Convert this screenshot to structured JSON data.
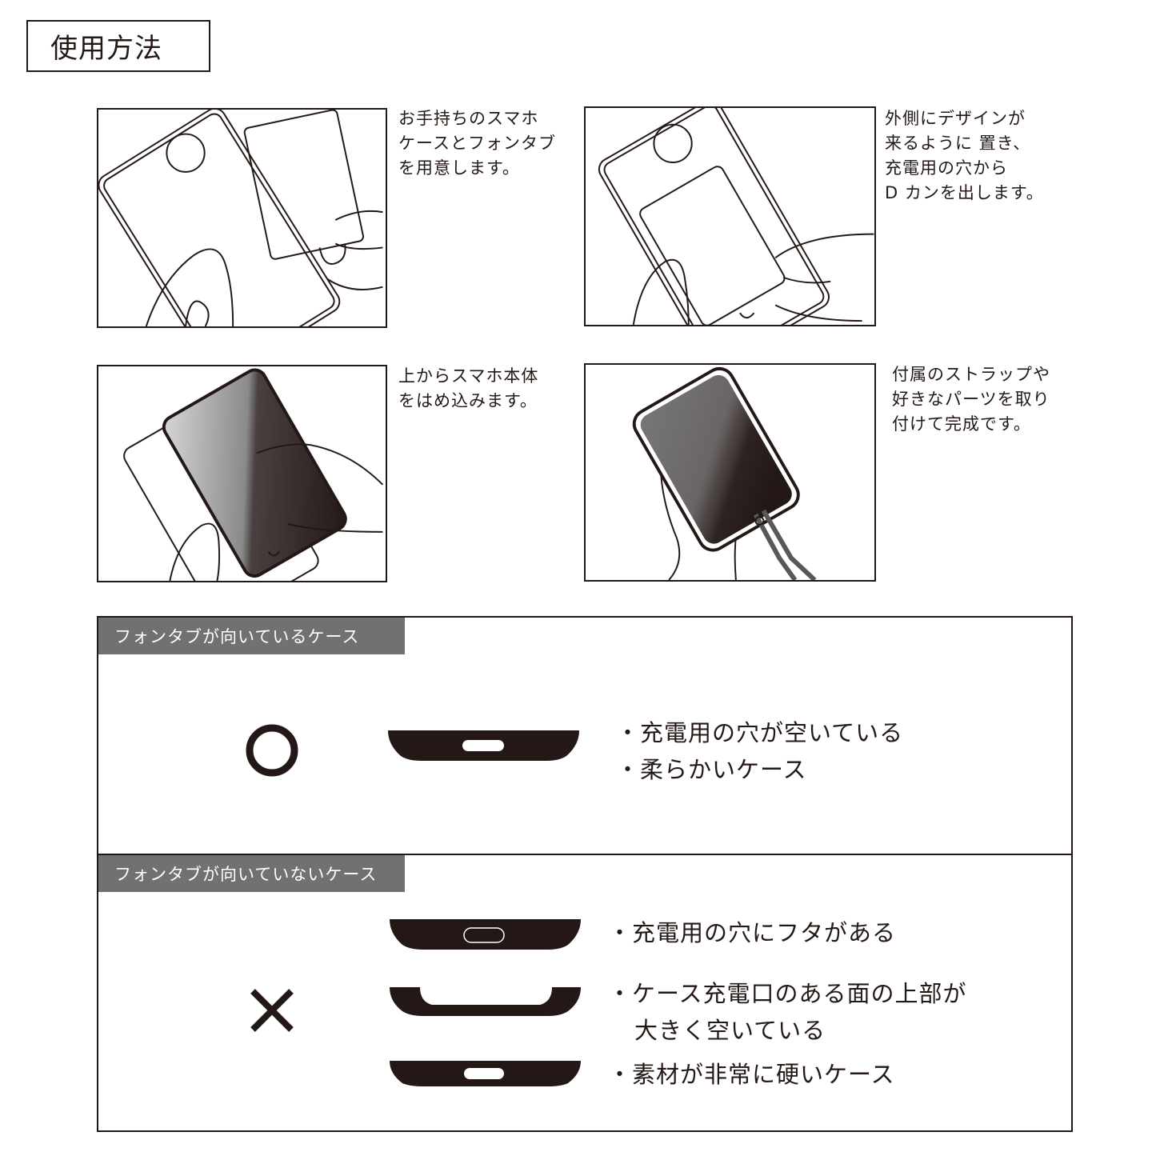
{
  "header": {
    "title": "使用方法"
  },
  "steps": [
    {
      "id": 1,
      "text": "お手持ちのスマホ\nケースとフォンタブ\nを用意します。",
      "illustration": "case-and-phonetab-in-hands"
    },
    {
      "id": 2,
      "text": "外側にデザインが\n来るように 置き、\n充電用の穴から\nD カンを出します。",
      "illustration": "phonetab-placed-in-case"
    },
    {
      "id": 3,
      "text": "上からスマホ本体\nをはめ込みます。",
      "illustration": "phone-inserted-into-case"
    },
    {
      "id": 4,
      "text": "付属のストラップや\n好きなパーツを取り\n付けて完成です。",
      "illustration": "phone-with-strap-in-hand"
    }
  ],
  "compatibility": {
    "suitable": {
      "label": "フォンタブが向いているケース",
      "symbol": "circle-icon",
      "items": [
        {
          "text": "・充電用の穴が空いている",
          "port_shape": "open-hole"
        },
        {
          "text": "・柔らかいケース",
          "port_shape": null
        }
      ]
    },
    "unsuitable": {
      "label": "フォンタブが向いていないケース",
      "symbol": "cross-icon",
      "items": [
        {
          "text": "・充電用の穴にフタがある",
          "port_shape": "covered-hole"
        },
        {
          "text": "・ケース充電口のある面の上部が",
          "text2": "大きく空いている",
          "port_shape": "wide-cutout"
        },
        {
          "text": "・素材が非常に硬いケース",
          "port_shape": "open-hole"
        }
      ]
    }
  },
  "colors": {
    "ink": "#231815",
    "label_bg": "#727171",
    "label_text": "#ffffff"
  }
}
